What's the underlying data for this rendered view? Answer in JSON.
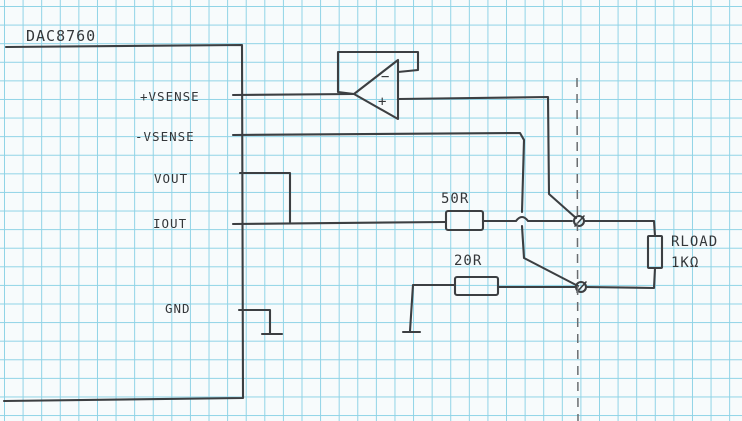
{
  "chip": {
    "name": "DAC8760",
    "pins": {
      "plus_vsense": "+VSENSE",
      "minus_vsense": "-VSENSE",
      "vout": "VOUT",
      "iout": "IOUT",
      "gnd": "GND"
    }
  },
  "opamp": {
    "minus": "−",
    "plus": "+"
  },
  "resistors": {
    "r50": "50R",
    "r20": "20R"
  },
  "load": {
    "name": "RLOAD",
    "value": "1KΩ"
  }
}
